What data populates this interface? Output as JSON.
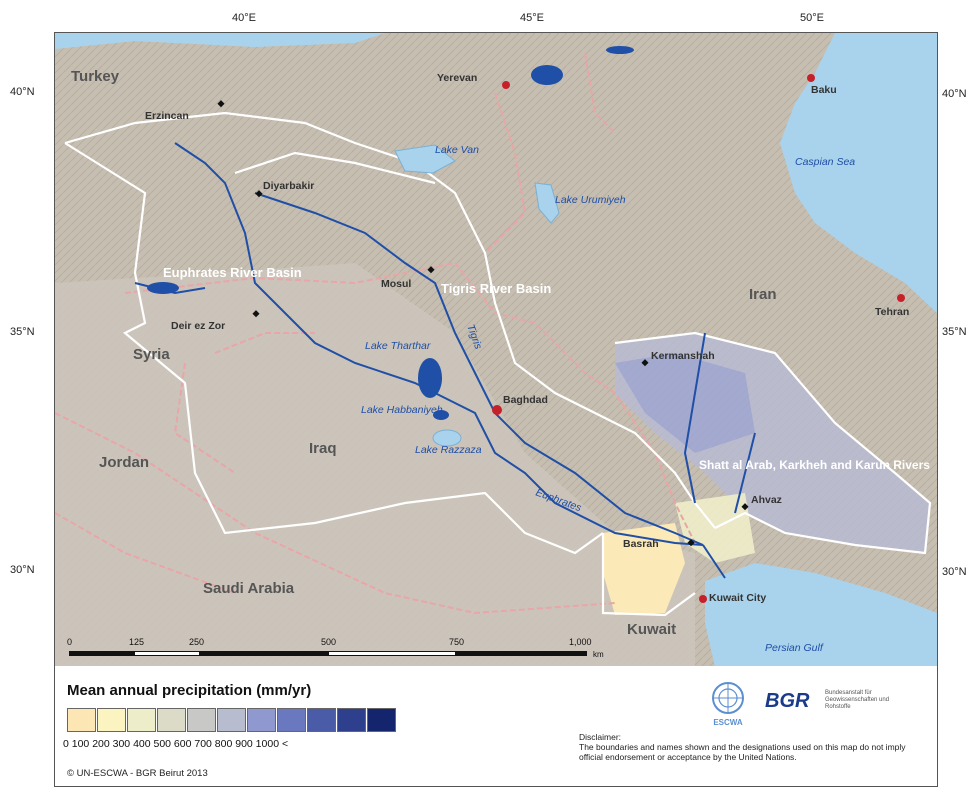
{
  "map": {
    "lon_ticks": [
      "40°E",
      "45°E",
      "50°E"
    ],
    "lat_ticks": [
      "40°N",
      "35°N",
      "30°N"
    ],
    "countries": [
      "Turkey",
      "Syria",
      "Jordan",
      "Iraq",
      "Saudi Arabia",
      "Iran",
      "Kuwait"
    ],
    "cities": [
      "Erzincan",
      "Yerevan",
      "Baku",
      "Diyarbakir",
      "Mosul",
      "Deir ez Zor",
      "Baghdad",
      "Kermanshah",
      "Ahvaz",
      "Basrah",
      "Kuwait City",
      "Tehran"
    ],
    "water_bodies": [
      "Caspian Sea",
      "Persian Gulf",
      "Lake Van",
      "Lake Urumiyeh",
      "Lake Tharthar",
      "Lake Habbaniyeh",
      "Lake Razzaza"
    ],
    "rivers": [
      "Tigris",
      "Euphrates"
    ],
    "basins": [
      "Euphrates River Basin",
      "Tigris River Basin",
      "Shatt al Arab, Karkheh and Karun Rivers"
    ],
    "scale": {
      "labels": [
        "0",
        "125",
        "250",
        "500",
        "750",
        "1,000"
      ],
      "unit": "km"
    }
  },
  "legend": {
    "title": "Mean annual precipitation (mm/yr)",
    "colors": [
      "#fbe6b4",
      "#fbf3c0",
      "#eeedc9",
      "#dcdbc8",
      "#c8c9c6",
      "#b7bdcf",
      "#8f99cf",
      "#6a78c0",
      "#4a5ba8",
      "#2e3f8e",
      "#14256e"
    ],
    "labels": "0  100 200 300 400 500 600 700 800 900 1000 <",
    "copyright": "© UN-ESCWA - BGR Beirut 2013",
    "disclaimer_title": "Disclaimer:",
    "disclaimer_text": "The boundaries and names shown and the designations used on this map do not imply official endorsement or acceptance by the United Nations.",
    "un_org": "ESCWA",
    "bgr_logo": "BGR",
    "bgr_sub": "Bundesanstalt für Geowissenschaften und Rohstoffe"
  }
}
